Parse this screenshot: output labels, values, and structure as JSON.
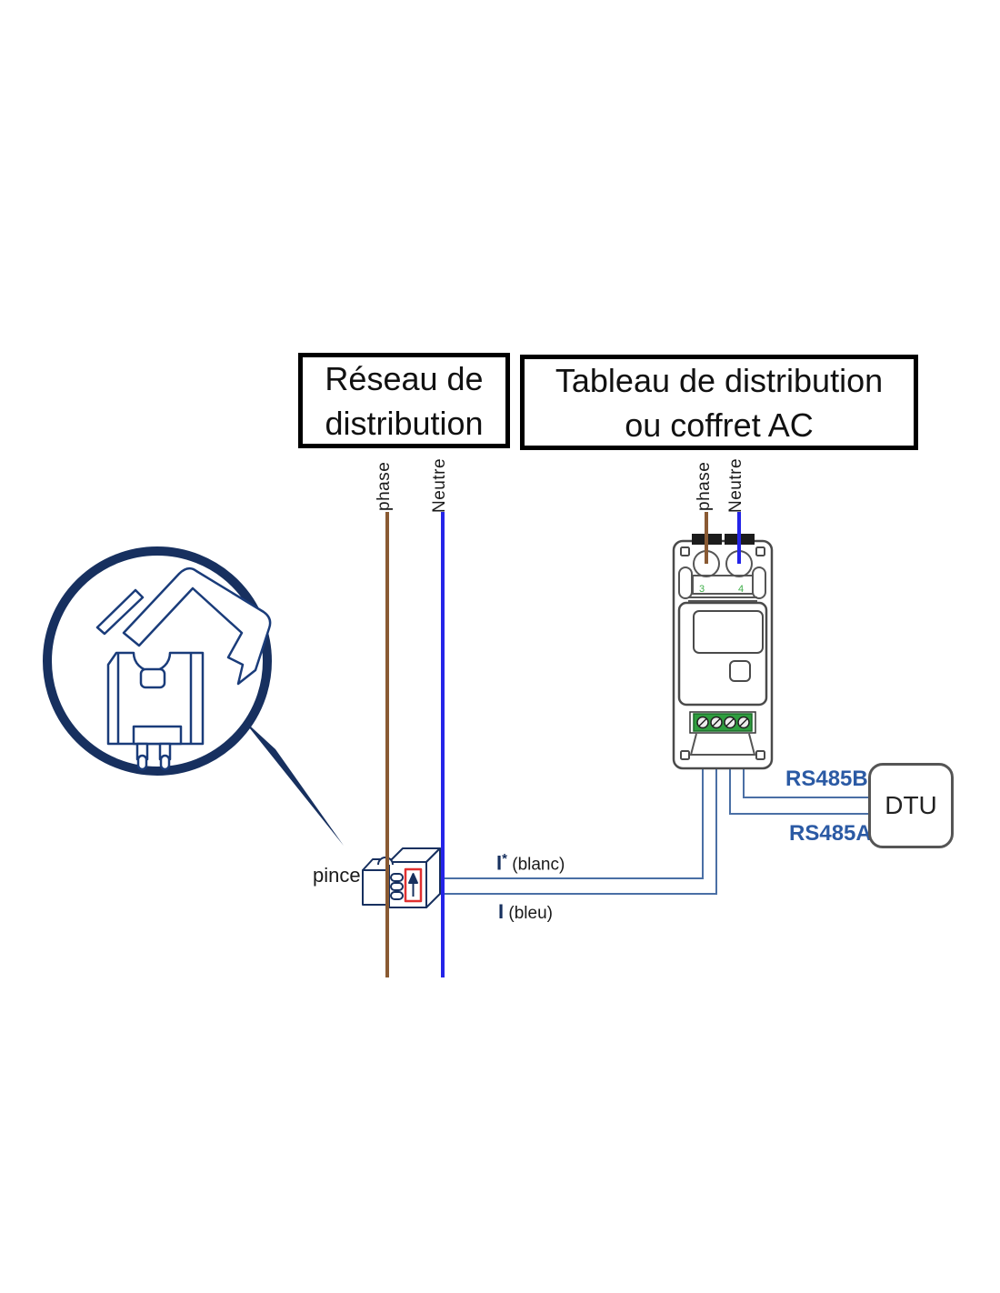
{
  "titles": {
    "network": {
      "line1": "Réseau de",
      "line2": "distribution"
    },
    "panel": {
      "line1": "Tableau de distribution",
      "line2": "ou coffret AC"
    }
  },
  "wire_labels": {
    "grid_phase": "phase",
    "grid_neutral": "Neutre",
    "meter_phase": "phase",
    "meter_neutral": "Neutre"
  },
  "clamp": {
    "label": "pince"
  },
  "signals": {
    "white": {
      "symbol": "I",
      "star": "*",
      "name": "(blanc)"
    },
    "blue": {
      "symbol": "I",
      "name": "(bleu)"
    }
  },
  "bus": {
    "rs485b": "RS485B",
    "rs485a": "RS485A"
  },
  "dtu": {
    "label": "DTU"
  },
  "meter": {
    "terminal_numbers": {
      "n3": "3",
      "n4": "4"
    }
  },
  "colors": {
    "phase_wire": "#8a5a33",
    "neutral_wire": "#2424e8",
    "signal_wire": "#4a6fa5",
    "outline_navy": "#17305f",
    "rs485_label": "#2b5aa4",
    "terminal_green": "#2f9e3f",
    "terminal_number_green": "#3fae49",
    "clamp_highlight_red": "#e03030",
    "device_outline": "#4a4a4a"
  }
}
